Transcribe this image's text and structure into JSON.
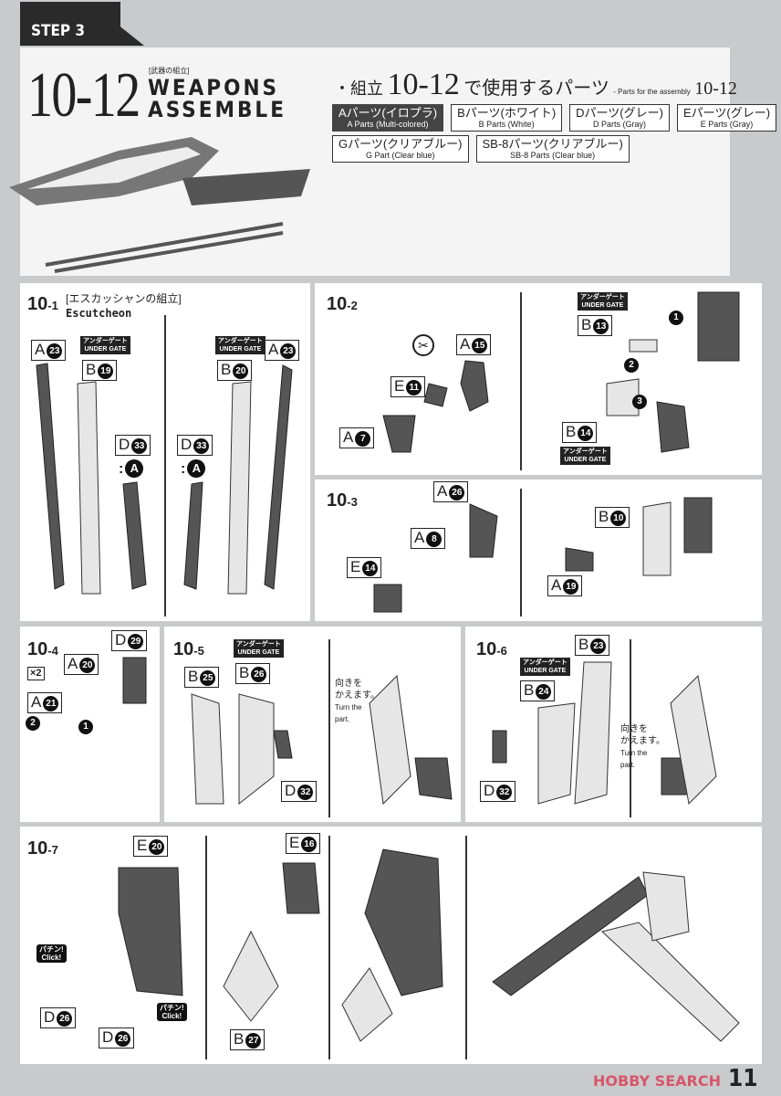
{
  "header": {
    "step": "STEP 3",
    "number": "10-12",
    "subtitle_jp": "[武器の組立]",
    "title_line1": "WEAPONS",
    "title_line2": "ASSEMBLE"
  },
  "parts_list": {
    "prefix": "・組立",
    "number": "10-12",
    "suffix_jp": "で使用するパーツ",
    "suffix_en": "- Parts for the assembly",
    "suffix_num": "10-12",
    "items": [
      {
        "jp": "Aパーツ(イロプラ)",
        "en": "A Parts (Multi-colored)"
      },
      {
        "jp": "Bパーツ(ホワイト)",
        "en": "B Parts (White)"
      },
      {
        "jp": "Dパーツ(グレー)",
        "en": "D Parts (Gray)"
      },
      {
        "jp": "Eパーツ(グレー)",
        "en": "E Parts (Gray)"
      },
      {
        "jp": "Gパーツ(クリアブルー)",
        "en": "G Part (Clear blue)"
      },
      {
        "jp": "SB-8パーツ(クリアブルー)",
        "en": "SB-8 Parts (Clear blue)"
      }
    ]
  },
  "under_gate": {
    "jp": "アンダーゲート",
    "en": "UNDER GATE"
  },
  "click": {
    "jp": "パチン!",
    "en": "Click!"
  },
  "turn": {
    "jp1": "向きを",
    "jp2": "かえます。",
    "en1": "Turn the",
    "en2": "part."
  },
  "steps": {
    "s1": {
      "main": "10",
      "sub": "-1",
      "title_jp": "[エスカッシャンの組立]",
      "title_en": "Escutcheon",
      "colon": ":"
    },
    "s2": {
      "main": "10",
      "sub": "-2"
    },
    "s3": {
      "main": "10",
      "sub": "-3"
    },
    "s4": {
      "main": "10",
      "sub": "-4",
      "mult": "×2"
    },
    "s5": {
      "main": "10",
      "sub": "-5"
    },
    "s6": {
      "main": "10",
      "sub": "-6"
    },
    "s7": {
      "main": "10",
      "sub": "-7"
    }
  },
  "labels": {
    "A": "A",
    "B": "B",
    "D": "D",
    "E": "E",
    "n1": "1",
    "n2": "2",
    "n3": "3",
    "n7": "7",
    "n8": "8",
    "n10": "10",
    "n11": "11",
    "n13": "13",
    "n14": "14",
    "n15": "15",
    "n16": "16",
    "n19": "19",
    "n20": "20",
    "n21": "21",
    "n23": "23",
    "n24": "24",
    "n25": "25",
    "n26": "26",
    "n27": "27",
    "n29": "29",
    "n32": "32",
    "n33": "33"
  },
  "footer": {
    "page": "11",
    "watermark": "HOBBY SEARCH"
  },
  "colors": {
    "background": "#c9cacc",
    "ink": "#222222",
    "part_gray": "#555555",
    "part_white": "#e6e6e6",
    "watermark": "#d9435a"
  }
}
